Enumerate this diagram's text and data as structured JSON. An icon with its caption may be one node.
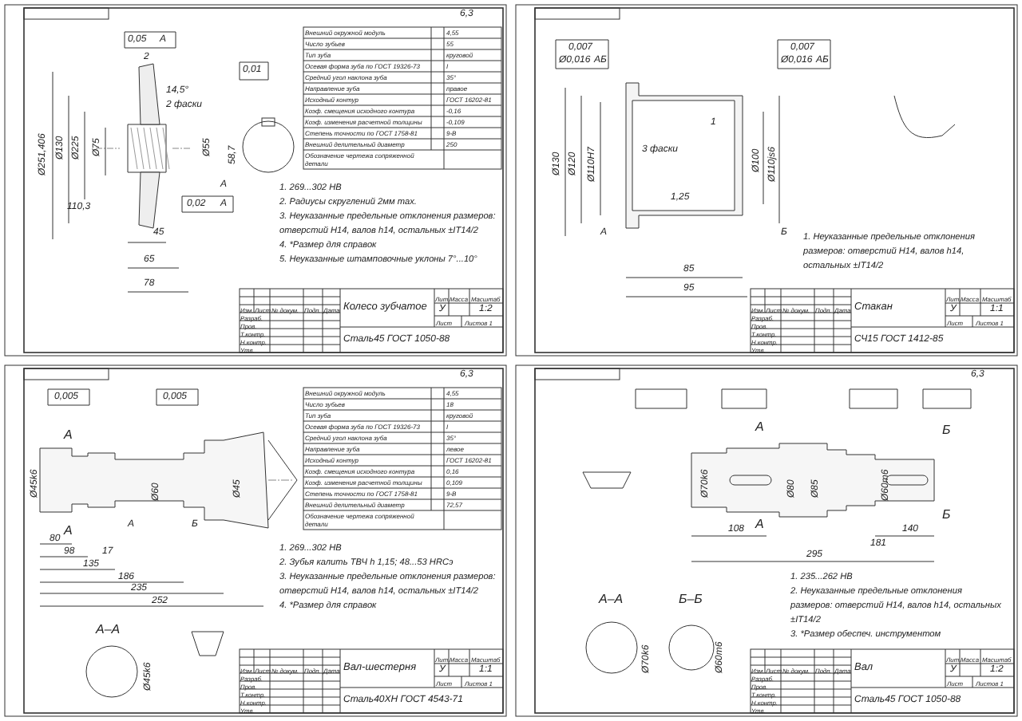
{
  "diagram": {
    "labels": [
      "6,3",
      "0,05",
      "А",
      "2",
      "Ø251,406",
      "Ø130",
      "Ø225",
      "Ø75",
      "Ø55",
      "14,5°",
      "2 фаски",
      "45",
      "65",
      "78",
      "110,3",
      "А",
      "0,02",
      "А",
      "58,7",
      "0,01",
      "1. 269...302 НВ",
      "2. Радиусы скруглений 2мм max.",
      "3. Неуказанные предельные отклонения размеров: отверстий Н14, валов h14, остальных ±IT14/2",
      "4. *Размер для справок",
      "5. Неуказанные штамповочные уклоны 7°...10°",
      "Внешний окружной модуль",
      "4,55",
      "Число зубьев",
      "55",
      "Тип зуба",
      "круговой",
      "Осевая форма зуба по ГОСТ 19326-73",
      "I",
      "Средний угол наклона зуба",
      "35°",
      "Направление зуба",
      "правое",
      "Исходный контур",
      "ГОСТ 16202-81",
      "Коэф. смещения исходного контура",
      "-0,16",
      "Коэф. изменения расчетной толщины",
      "-0,109",
      "Степень точности по ГОСТ 1758-81",
      "9-В",
      "Внешний делительный диаметр",
      "250",
      "Обозначение чертежа сопряженной детали",
      "Изм.",
      "Лист",
      "№ докум.",
      "Подп.",
      "Дата",
      "Разраб.",
      "Пров.",
      "Т.контр.",
      "Н.контр.",
      "Утв.",
      "Колесо зубчатое",
      "Лит.",
      "Масса",
      "Масштаб",
      "У",
      "1:2",
      "Лист",
      "Листов 1",
      "Сталь45 ГОСТ 1050-88",
      "0,007",
      "Ø0,016",
      "АБ",
      "0,007",
      "Ø0,016",
      "АБ",
      "Ø130",
      "Ø120",
      "Ø110H7",
      "Ø100",
      "Ø110js6",
      "85",
      "95",
      "А",
      "Б",
      "1,25",
      "3 фаски",
      "1",
      "1. Неуказанные предельные отклонения размеров: отверстий Н14, валов h14, остальных ±IT14/2",
      "Изм.",
      "Лист",
      "№ докум.",
      "Подп.",
      "Дата",
      "Разраб.",
      "Пров.",
      "Т.контр.",
      "Н.контр.",
      "Утв.",
      "Стакан",
      "Лит.",
      "Масса",
      "Масштаб",
      "У",
      "1:1",
      "Лист",
      "Листов 1",
      "СЧ15 ГОСТ 1412-85",
      "6,3",
      "0,005",
      "0,005",
      "А",
      "А",
      "Ø45k6",
      "Ø60",
      "Ø45",
      "80",
      "98",
      "135",
      "186",
      "235",
      "252",
      "17",
      "А",
      "Б",
      "А–А",
      "Ø45k6",
      "1. 269...302 НВ",
      "2. Зубья калить ТВЧ h 1,15; 48...53 HRCэ",
      "3. Неуказанные предельные отклонения размеров: отверстий Н14, валов h14, остальных ±IT14/2",
      "4. *Размер для справок",
      "Внешний окружной модуль",
      "4,55",
      "Число зубьев",
      "18",
      "Тип зуба",
      "круговой",
      "Осевая форма зуба по ГОСТ 19326-73",
      "I",
      "Средний угол наклона зуба",
      "35°",
      "Направление зуба",
      "левое",
      "Исходный контур",
      "ГОСТ 16202-81",
      "Коэф. смещения исходного контура",
      "0,16",
      "Коэф. изменения расчетной толщины",
      "0,109",
      "Степень точности по ГОСТ 1758-81",
      "9-В",
      "Внешний делительный диаметр",
      "72,57",
      "Обозначение чертежа сопряженной детали",
      "Изм.",
      "Лист",
      "№ докум.",
      "Подп.",
      "Дата",
      "Разраб.",
      "Пров.",
      "Т.контр.",
      "Н.контр.",
      "Утв.",
      "Вал-шестерня",
      "Лит.",
      "Масса",
      "Масштаб",
      "У",
      "1:1",
      "Лист",
      "Листов 1",
      "Сталь40ХН ГОСТ 4543-71",
      "6,3",
      "А",
      "А",
      "Б",
      "Б",
      "Ø70k6",
      "Ø80",
      "Ø85",
      "Ø60m6",
      "108",
      "181",
      "295",
      "140",
      "А–А",
      "Б–Б",
      "Ø70k6",
      "Ø60m6",
      "1. 235...262 НВ",
      "2. Неуказанные предельные отклонения размеров: отверстий Н14, валов h14, остальных ±IT14/2",
      "3. *Размер обеспеч. инструментом",
      "Изм.",
      "Лист",
      "№ докум.",
      "Подп.",
      "Дата",
      "Разраб.",
      "Пров.",
      "Т.контр.",
      "Н.контр.",
      "Утв.",
      "Вал",
      "Лит.",
      "Масса",
      "Масштаб",
      "У",
      "1:2",
      "Лист",
      "Листов 1",
      "Сталь45 ГОСТ 1050-88"
    ]
  }
}
